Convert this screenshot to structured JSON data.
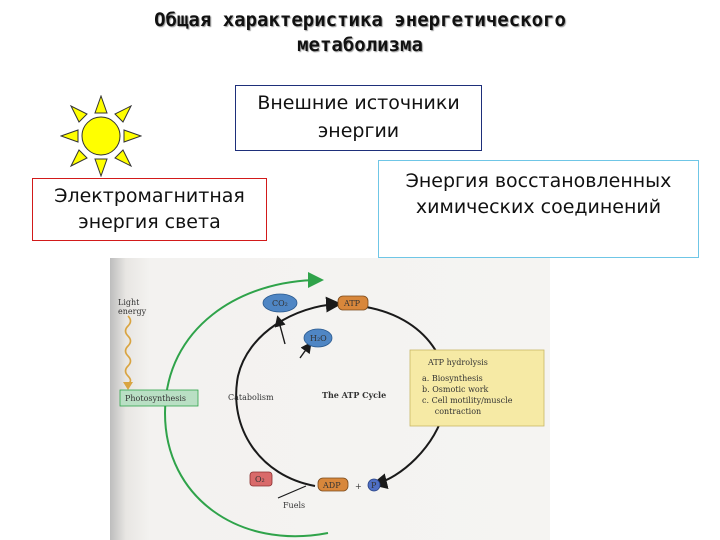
{
  "title": {
    "line1": "Общая характеристика энергетического",
    "line2": "метаболизма"
  },
  "boxes": {
    "external": {
      "line1": "Внешние источники",
      "line2": "энергии"
    },
    "light": {
      "line1": "Электромагнитная",
      "line2": "энергия света"
    },
    "chemical": {
      "line1": "Энергия восстановленных",
      "line2": "химических соединений"
    }
  },
  "colors": {
    "sun_fill": "#ffff00",
    "sun_outline": "#333333",
    "light_box_border": "#d21a1a",
    "external_box_border": "#1e2f7a",
    "chemical_box_border": "#6fc6e6",
    "cycle_arrows": "#1a1a1a",
    "green_arrow": "#2fa34a",
    "atp_box_fill": "#f6eaa5",
    "photosynthesis_box_fill": "#b9dfc4",
    "molecule_blue": "#4f86c4",
    "o2_fill": "#d96a6a"
  },
  "figure": {
    "light_energy": {
      "line1": "Light",
      "line2": "energy"
    },
    "photosynthesis": "Photosynthesis",
    "catabolism": "Catabolism",
    "atp_cycle": "The ATP Cycle",
    "co2": "CO₂",
    "h2o": "H₂O",
    "atp": "ATP",
    "o2": "O₂",
    "fuels": "Fuels",
    "adp": "ADP",
    "plus": "+",
    "p": "P",
    "atp_hydrolysis": {
      "title": "ATP hydrolysis",
      "items": [
        "a.  Biosynthesis",
        "b.  Osmotic work",
        "c.  Cell motility/muscle",
        "     contraction"
      ]
    }
  }
}
